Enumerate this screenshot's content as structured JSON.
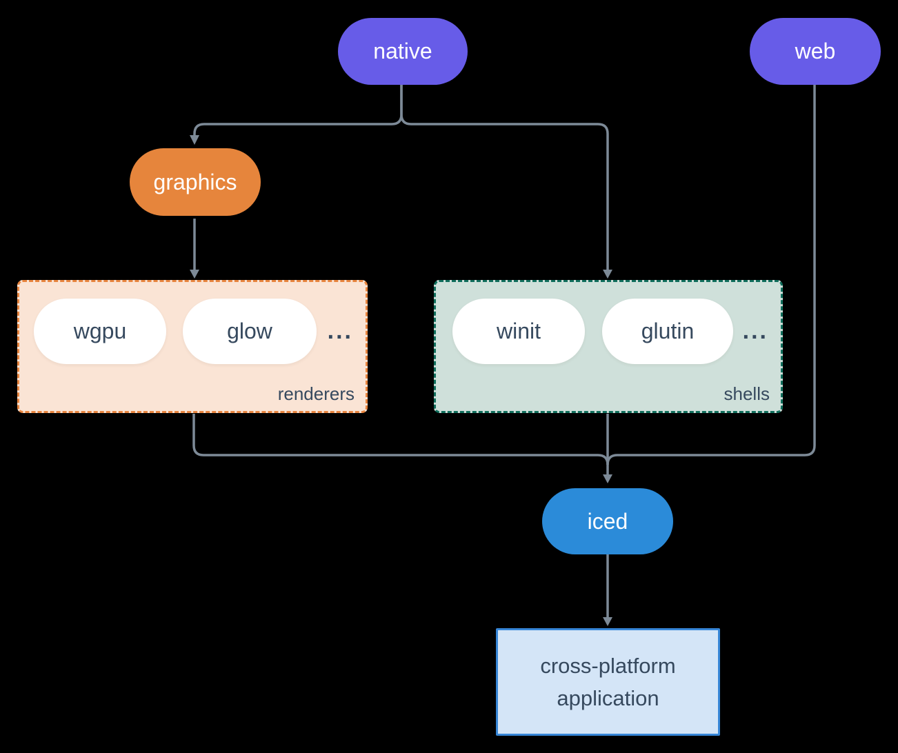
{
  "theme": {
    "bg": "#000000",
    "line": "#7d8a97",
    "purple": "#675ce8",
    "orange": "#e6853c",
    "blue": "#2b8bd9",
    "peach-fill": "#fae4d5",
    "peach-border": "#e8853f",
    "teal-fill": "#cfe0da",
    "teal-border": "#106e5c",
    "app-fill": "#d4e5f7",
    "app-border": "#3786d7",
    "dark-text": "#36495e",
    "light-text": "#ffffff"
  },
  "nodes": {
    "native": {
      "label": "native"
    },
    "web": {
      "label": "web"
    },
    "graphics": {
      "label": "graphics"
    },
    "iced": {
      "label": "iced"
    },
    "application": {
      "line1": "cross-platform",
      "line2": "application"
    }
  },
  "groups": {
    "renderers": {
      "label": "renderers",
      "items": [
        "wgpu",
        "glow"
      ],
      "ellipsis": "..."
    },
    "shells": {
      "label": "shells",
      "items": [
        "winit",
        "glutin"
      ],
      "ellipsis": "..."
    }
  },
  "edges": [
    {
      "from": "native",
      "to": "graphics"
    },
    {
      "from": "native",
      "to": "shells"
    },
    {
      "from": "graphics",
      "to": "renderers"
    },
    {
      "from": "renderers",
      "to": "iced"
    },
    {
      "from": "shells",
      "to": "iced"
    },
    {
      "from": "web",
      "to": "iced"
    },
    {
      "from": "iced",
      "to": "application"
    }
  ]
}
